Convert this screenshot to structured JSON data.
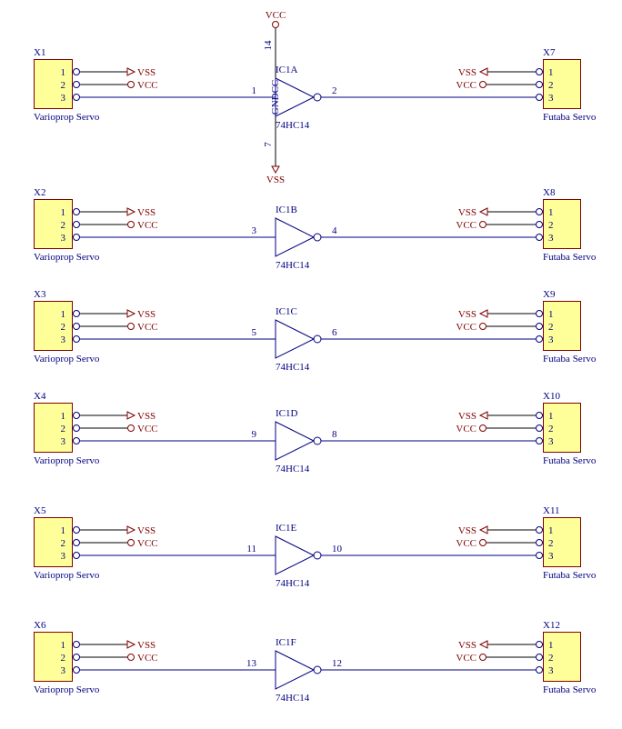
{
  "colors": {
    "wire": "#000080",
    "power": "#800000",
    "box_fill": "#ffff99",
    "box_stroke": "#800000",
    "gate": "#000080",
    "label": "#000080"
  },
  "ic": {
    "part": "74HC14",
    "power_pin_label": "VCC",
    "power_pin_number": "14",
    "ground_pin_label": "VSS",
    "ground_pin_number": "7",
    "power_pin_names": "GNDCC"
  },
  "channels": [
    {
      "left": {
        "ref": "X1",
        "name": "Varioprop Servo"
      },
      "gate": {
        "ref": "IC1A",
        "in": "1",
        "out": "2"
      },
      "right": {
        "ref": "X7",
        "name": "Futaba Servo"
      }
    },
    {
      "left": {
        "ref": "X2",
        "name": "Varioprop Servo"
      },
      "gate": {
        "ref": "IC1B",
        "in": "3",
        "out": "4"
      },
      "right": {
        "ref": "X8",
        "name": "Futaba Servo"
      }
    },
    {
      "left": {
        "ref": "X3",
        "name": "Varioprop Servo"
      },
      "gate": {
        "ref": "IC1C",
        "in": "5",
        "out": "6"
      },
      "right": {
        "ref": "X9",
        "name": "Futaba Servo"
      }
    },
    {
      "left": {
        "ref": "X4",
        "name": "Varioprop Servo"
      },
      "gate": {
        "ref": "IC1D",
        "in": "9",
        "out": "8"
      },
      "right": {
        "ref": "X10",
        "name": "Futaba Servo"
      }
    },
    {
      "left": {
        "ref": "X5",
        "name": "Varioprop Servo"
      },
      "gate": {
        "ref": "IC1E",
        "in": "11",
        "out": "10"
      },
      "right": {
        "ref": "X11",
        "name": "Futaba Servo"
      }
    },
    {
      "left": {
        "ref": "X6",
        "name": "Varioprop Servo"
      },
      "gate": {
        "ref": "IC1F",
        "in": "13",
        "out": "12"
      },
      "right": {
        "ref": "X12",
        "name": "Futaba Servo"
      }
    }
  ],
  "connector_pins": [
    "1",
    "2",
    "3"
  ],
  "net_labels": {
    "pin1": "VSS",
    "pin2": "VCC"
  }
}
